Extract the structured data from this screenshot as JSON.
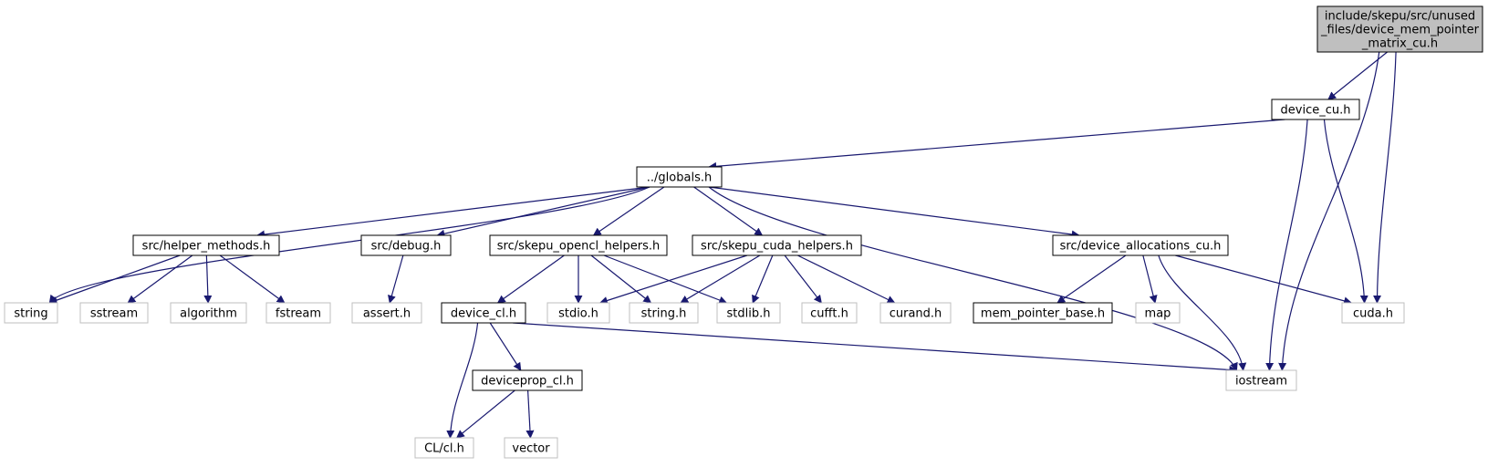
{
  "graph": {
    "nodes": [
      {
        "id": "root",
        "label": "include/skepu/src/unused_files/device_mem_pointer_matrix_cu.h",
        "lines": [
          "include/skepu/src/unused",
          "_files/device_mem_pointer",
          "_matrix_cu.h"
        ],
        "kind": "root"
      },
      {
        "id": "device_cu",
        "label": "device_cu.h",
        "kind": "internal"
      },
      {
        "id": "globals",
        "label": "../globals.h",
        "kind": "internal"
      },
      {
        "id": "helper_methods",
        "label": "src/helper_methods.h",
        "kind": "internal"
      },
      {
        "id": "debug",
        "label": "src/debug.h",
        "kind": "internal"
      },
      {
        "id": "opencl_helpers",
        "label": "src/skepu_opencl_helpers.h",
        "kind": "internal"
      },
      {
        "id": "cuda_helpers",
        "label": "src/skepu_cuda_helpers.h",
        "kind": "internal"
      },
      {
        "id": "dev_alloc",
        "label": "src/device_allocations_cu.h",
        "kind": "internal"
      },
      {
        "id": "string",
        "label": "string",
        "kind": "external"
      },
      {
        "id": "sstream",
        "label": "sstream",
        "kind": "external"
      },
      {
        "id": "algorithm",
        "label": "algorithm",
        "kind": "external"
      },
      {
        "id": "fstream",
        "label": "fstream",
        "kind": "external"
      },
      {
        "id": "assert",
        "label": "assert.h",
        "kind": "external"
      },
      {
        "id": "device_cl",
        "label": "device_cl.h",
        "kind": "internal"
      },
      {
        "id": "stdio",
        "label": "stdio.h",
        "kind": "external"
      },
      {
        "id": "string_h",
        "label": "string.h",
        "kind": "external"
      },
      {
        "id": "stdlib",
        "label": "stdlib.h",
        "kind": "external"
      },
      {
        "id": "cufft",
        "label": "cufft.h",
        "kind": "external"
      },
      {
        "id": "curand",
        "label": "curand.h",
        "kind": "external"
      },
      {
        "id": "mem_pointer_base",
        "label": "mem_pointer_base.h",
        "kind": "internal"
      },
      {
        "id": "map",
        "label": "map",
        "kind": "external"
      },
      {
        "id": "cuda",
        "label": "cuda.h",
        "kind": "external"
      },
      {
        "id": "deviceprop_cl",
        "label": "deviceprop_cl.h",
        "kind": "internal"
      },
      {
        "id": "iostream",
        "label": "iostream",
        "kind": "external"
      },
      {
        "id": "cl_cl",
        "label": "CL/cl.h",
        "kind": "external"
      },
      {
        "id": "vector",
        "label": "vector",
        "kind": "external"
      }
    ],
    "edges": [
      {
        "from": "root",
        "to": "device_cu"
      },
      {
        "from": "root",
        "to": "cuda"
      },
      {
        "from": "root",
        "to": "iostream"
      },
      {
        "from": "device_cu",
        "to": "globals"
      },
      {
        "from": "device_cu",
        "to": "cuda"
      },
      {
        "from": "device_cu",
        "to": "iostream"
      },
      {
        "from": "globals",
        "to": "string"
      },
      {
        "from": "globals",
        "to": "helper_methods"
      },
      {
        "from": "globals",
        "to": "debug"
      },
      {
        "from": "globals",
        "to": "opencl_helpers"
      },
      {
        "from": "globals",
        "to": "cuda_helpers"
      },
      {
        "from": "globals",
        "to": "dev_alloc"
      },
      {
        "from": "globals",
        "to": "iostream"
      },
      {
        "from": "helper_methods",
        "to": "string"
      },
      {
        "from": "helper_methods",
        "to": "sstream"
      },
      {
        "from": "helper_methods",
        "to": "algorithm"
      },
      {
        "from": "helper_methods",
        "to": "fstream"
      },
      {
        "from": "debug",
        "to": "assert"
      },
      {
        "from": "opencl_helpers",
        "to": "device_cl"
      },
      {
        "from": "opencl_helpers",
        "to": "stdio"
      },
      {
        "from": "opencl_helpers",
        "to": "string_h"
      },
      {
        "from": "opencl_helpers",
        "to": "stdlib"
      },
      {
        "from": "cuda_helpers",
        "to": "stdio"
      },
      {
        "from": "cuda_helpers",
        "to": "string_h"
      },
      {
        "from": "cuda_helpers",
        "to": "stdlib"
      },
      {
        "from": "cuda_helpers",
        "to": "cufft"
      },
      {
        "from": "cuda_helpers",
        "to": "curand"
      },
      {
        "from": "dev_alloc",
        "to": "mem_pointer_base"
      },
      {
        "from": "dev_alloc",
        "to": "map"
      },
      {
        "from": "dev_alloc",
        "to": "iostream"
      },
      {
        "from": "dev_alloc",
        "to": "cuda"
      },
      {
        "from": "device_cl",
        "to": "deviceprop_cl"
      },
      {
        "from": "device_cl",
        "to": "cl_cl"
      },
      {
        "from": "device_cl",
        "to": "iostream"
      },
      {
        "from": "deviceprop_cl",
        "to": "cl_cl"
      },
      {
        "from": "deviceprop_cl",
        "to": "vector"
      }
    ]
  },
  "colors": {
    "edge": "#191970",
    "root_fill": "#bfbfbf",
    "internal_border": "#000000",
    "external_border": "#bfbfbf",
    "text": "#000000"
  }
}
